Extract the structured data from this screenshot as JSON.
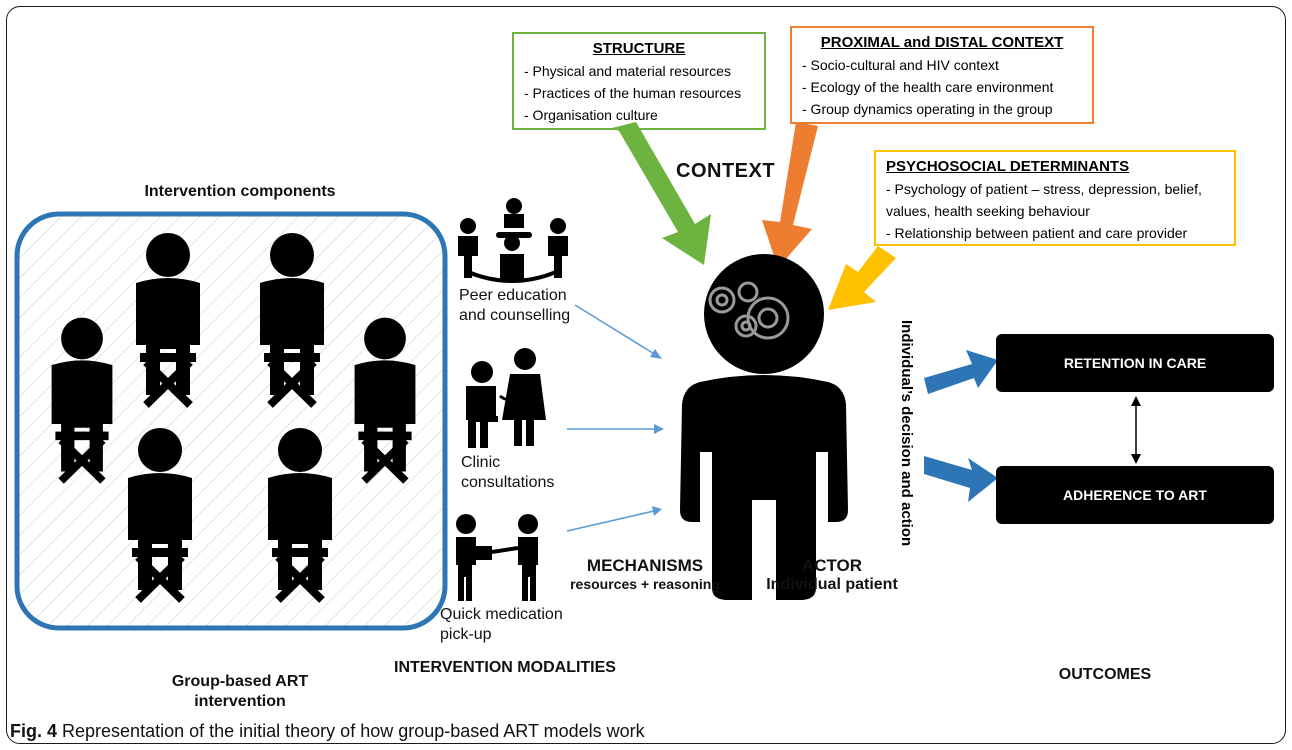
{
  "context_boxes": {
    "structure": {
      "title": "STRUCTURE",
      "lines": [
        "- Physical and material resources",
        "- Practices of the human resources",
        "- Organisation culture"
      ],
      "color": "#6db33f"
    },
    "proximal": {
      "title": "PROXIMAL and DISTAL CONTEXT",
      "lines": [
        "- Socio-cultural and HIV context",
        "- Ecology of the health care environment",
        "- Group dynamics operating in the group"
      ],
      "color": "#ed7d31"
    },
    "psychosocial": {
      "title": "PSYCHOSOCIAL DETERMINANTS",
      "lines": [
        "- Psychology of patient – stress, depression, belief,",
        "values, health seeking behaviour",
        "- Relationship between patient and care provider"
      ],
      "color": "#ffc000"
    }
  },
  "labels": {
    "context": "CONTEXT",
    "intervention_components": "Intervention components",
    "group_based_line1": "Group-based ART",
    "group_based_line2": "intervention",
    "intervention_modalities": "INTERVENTION MODALITIES",
    "mechanisms": "MECHANISMS",
    "mechanisms_sub": "resources + reasoning",
    "actor": "ACTOR",
    "actor_sub": "Individual patient",
    "decision": "Individual’s decision and action",
    "outcomes": "OUTCOMES"
  },
  "modalities": [
    {
      "line1": "Peer education",
      "line2": "and counselling",
      "icon": "group-meeting-icon"
    },
    {
      "line1": "Clinic",
      "line2": "consultations",
      "icon": "doctor-patient-icon"
    },
    {
      "line1": "Quick medication",
      "line2": "pick-up",
      "icon": "handover-icon"
    }
  ],
  "outcomes": [
    "RETENTION IN CARE",
    "ADHERENCE TO ART"
  ],
  "caption": {
    "fig": "Fig. 4",
    "text": " Representation of the initial theory of how group-based ART models work"
  },
  "colors": {
    "group_box_border": "#2e75b6",
    "outcome_arrow": "#2e75b6",
    "thin_arrow": "#5b9bd5",
    "figure_fill": "#000000"
  }
}
